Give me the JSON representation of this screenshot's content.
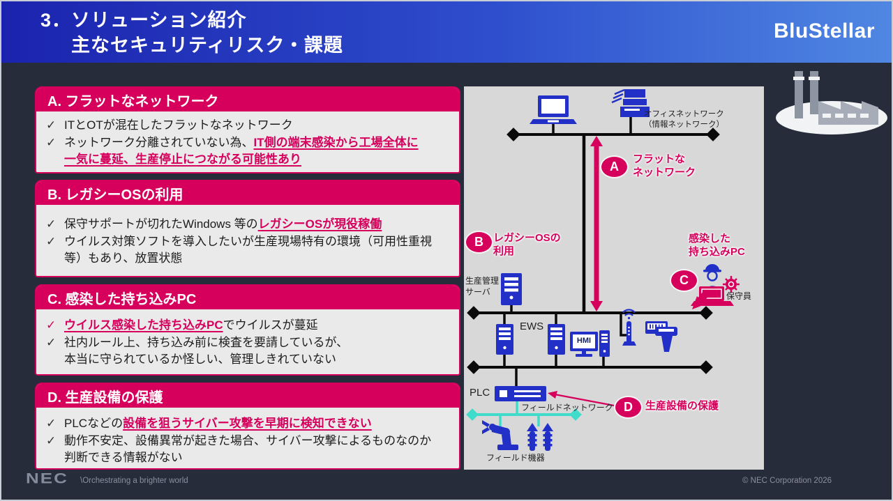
{
  "header": {
    "title_line1": "3．ソリューション紹介",
    "title_line2": "主なセキュリティリスク・課題",
    "brand": "BluStellar",
    "accent_color": "#d6005c",
    "header_gradient": [
      "#1b23ae",
      "#4f87e2"
    ]
  },
  "sections": [
    {
      "letter": "A",
      "title": "A. フラットなネットワーク",
      "bullets": [
        {
          "check": "dark",
          "parts": [
            {
              "t": "ITとOTが混在したフラットなネットワーク",
              "hl": false
            }
          ]
        },
        {
          "check": "dark",
          "parts": [
            {
              "t": "ネットワーク分離されていない為、",
              "hl": false
            },
            {
              "t": "IT側の端末感染から工場全体に\n一気に蔓延、生産停止につながる可能性あり",
              "hl": true
            }
          ]
        }
      ]
    },
    {
      "letter": "B",
      "title": "B. レガシーOSの利用",
      "bullets": [
        {
          "check": "dark",
          "parts": [
            {
              "t": "保守サポートが切れたWindows 等の",
              "hl": false
            },
            {
              "t": "レガシーOSが現役稼働",
              "hl": true
            }
          ]
        },
        {
          "check": "dark",
          "parts": [
            {
              "t": "ウイルス対策ソフトを導入したいが生産現場特有の環境（可用性重視\n等）もあり、放置状態",
              "hl": false
            }
          ]
        }
      ]
    },
    {
      "letter": "C",
      "title": "C. 感染した持ち込みPC",
      "bullets": [
        {
          "check": "pink",
          "parts": [
            {
              "t": "ウイルス感染した持ち込みPC",
              "hl": true
            },
            {
              "t": "でウイルスが蔓延",
              "hl": false
            }
          ]
        },
        {
          "check": "dark",
          "parts": [
            {
              "t": "社内ルール上、持ち込み前に検査を要請しているが、\n本当に守られているか怪しい、管理しきれていない",
              "hl": false
            }
          ]
        }
      ]
    },
    {
      "letter": "D",
      "title": "D. 生産設備の保護",
      "bullets": [
        {
          "check": "dark",
          "parts": [
            {
              "t": "PLCなどの",
              "hl": false
            },
            {
              "t": "設備を狙うサイバー攻撃を早期に検知できない",
              "hl": true
            }
          ]
        },
        {
          "check": "dark",
          "parts": [
            {
              "t": "動作不安定、設備異常が起きた場合、サイバー攻撃によるものなのか\n判断できる情報がない",
              "hl": false
            }
          ]
        }
      ]
    }
  ],
  "diagram": {
    "office_network_label": "オフィスネットワーク\n（情報ネットワーク）",
    "badge_a": "A",
    "label_a": "フラットな\nネットワーク",
    "badge_b": "B",
    "label_b": "レガシーOSの\n利用",
    "server_label": "生産管理\nサーバ",
    "badge_c": "C",
    "label_c": "感染した\n持ち込みPC",
    "worker_label": "保守員",
    "ews_label": "EWS",
    "hmi_label": "HMI",
    "plc_label": "PLC",
    "badge_d": "D",
    "label_d": "生産設備の保護",
    "field_network_label": "フィールドネットワーク",
    "field_device_label": "フィールド機器",
    "device_color": "#2230c8",
    "line_color": "#0a0a0a",
    "field_line_color": "#3fdccb"
  },
  "footer": {
    "nec_logo": "NEC",
    "tagline": "\\Orchestrating a brighter world",
    "copyright": "© NEC Corporation 2026"
  }
}
